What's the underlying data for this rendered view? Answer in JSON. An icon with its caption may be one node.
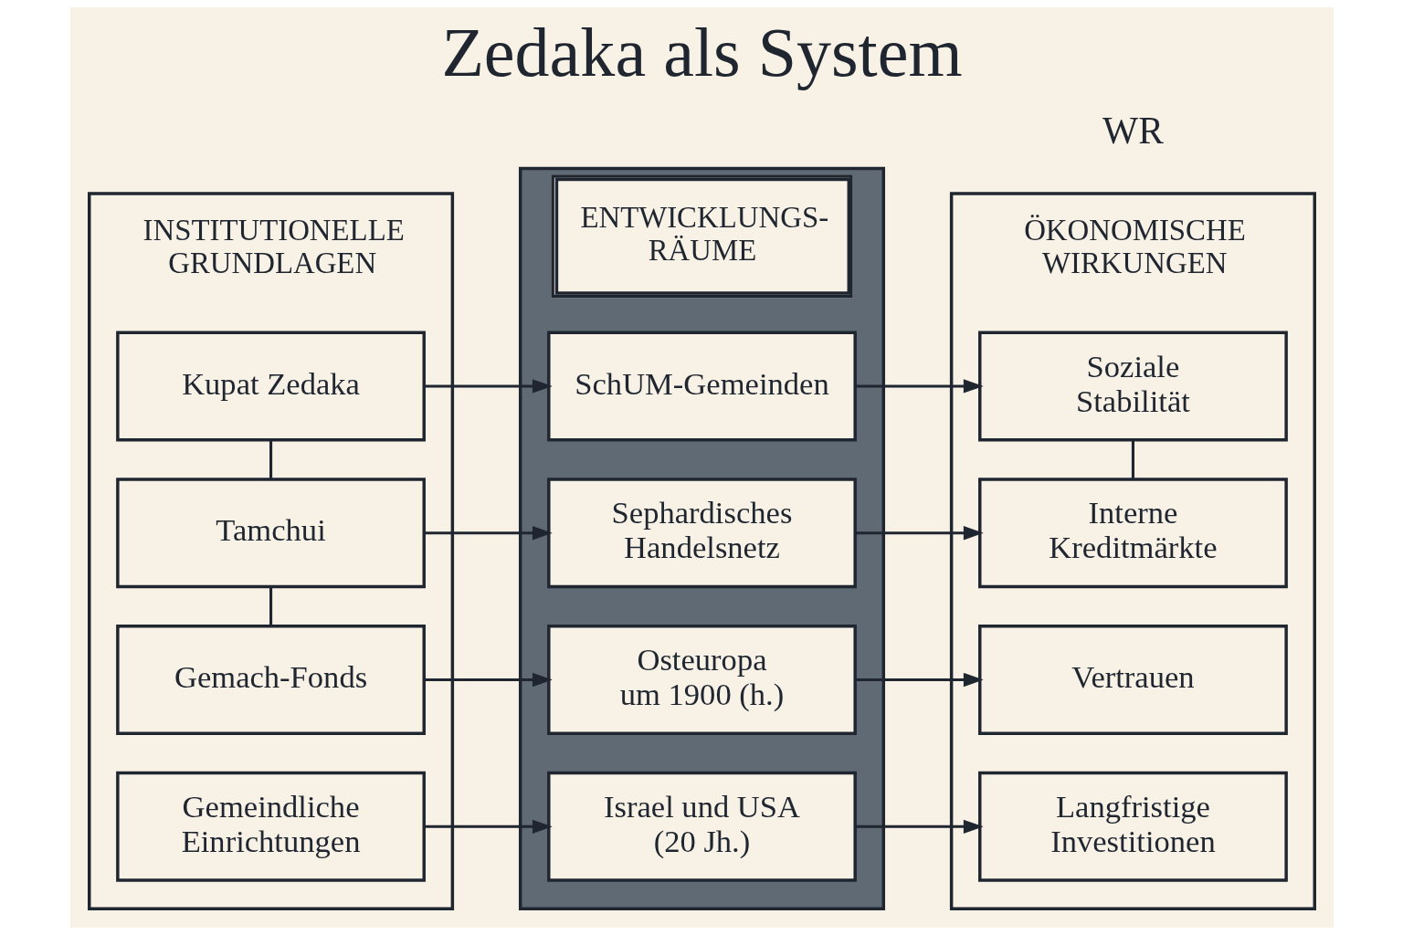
{
  "diagram": {
    "title": "Zedaka als System",
    "nodes": [
      {
        "text": [
          "INSTITUTIONELLE GRUNDLAGEN"
        ]
      },
      {
        "text": [
          "Kupat Zedaka"
        ],
        "in": 0
      },
      {
        "text": [
          "Tamchui"
        ],
        "in": 0
      },
      {
        "text": [
          "Gemach-Fonds"
        ],
        "in": 0
      },
      {
        "text": [
          "Gemeindliche Einrichtungen"
        ],
        "in": 0
      },
      {
        "text": [
          "ENTWICKLUNGS- RÄUME"
        ]
      },
      {
        "text": [
          "SchUM-Gemeinden"
        ],
        "in": 5
      },
      {
        "text": [
          "Sephardisches Handelsnetz"
        ],
        "in": 5
      },
      {
        "text": [
          "Osteuropa um 1900 (h.)"
        ],
        "in": 5
      },
      {
        "text": [
          "Israel und USA (20 Jh.)"
        ],
        "in": 5
      },
      {
        "text": [
          "ÖKONOMISCHE WIRKUNGEN"
        ]
      },
      {
        "text": [
          "Soziale Stabilität"
        ],
        "in": 10
      },
      {
        "text": [
          "Interne Kreditmärkte"
        ],
        "in": 10
      },
      {
        "text": [
          "Vertrauen"
        ],
        "in": 10
      },
      {
        "text": [
          "Langfristige Investitionen"
        ],
        "in": 10
      }
    ],
    "edges": [
      {
        "from": 1,
        "to": 2,
        "arrow": "none"
      },
      {
        "from": 2,
        "to": 3,
        "arrow": "none"
      },
      {
        "from": 1,
        "to": 6,
        "arrow": "to"
      },
      {
        "from": 2,
        "to": 7,
        "arrow": "to"
      },
      {
        "from": 3,
        "to": 8,
        "arrow": "to"
      },
      {
        "from": 4,
        "to": 9,
        "arrow": "to"
      },
      {
        "from": 6,
        "to": 11,
        "arrow": "to"
      },
      {
        "from": 7,
        "to": 12,
        "arrow": "to"
      },
      {
        "from": 8,
        "to": 13,
        "arrow": "to"
      },
      {
        "from": 9,
        "to": 14,
        "arrow": "to"
      },
      {
        "from": 11,
        "to": 12,
        "arrow": "none"
      }
    ],
    "labels": [
      "WR"
    ]
  }
}
